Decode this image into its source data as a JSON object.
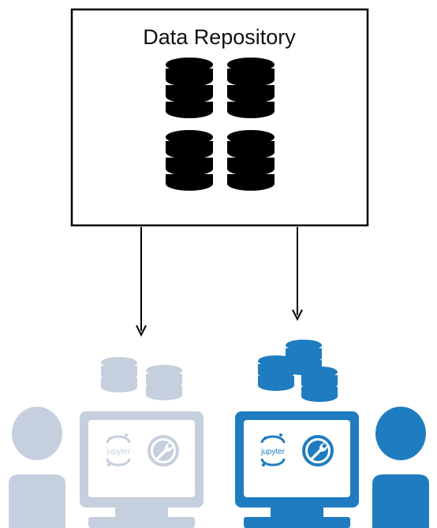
{
  "repository": {
    "title": "Data Repository"
  },
  "workstations": [
    {
      "label": "jupyter",
      "state": "inactive"
    },
    {
      "label": "jupyter",
      "state": "active"
    }
  ],
  "colors": {
    "repository": "#000000",
    "inactive": "#c6cfdd",
    "active": "#1f7cc0",
    "arrow": "#000000"
  }
}
